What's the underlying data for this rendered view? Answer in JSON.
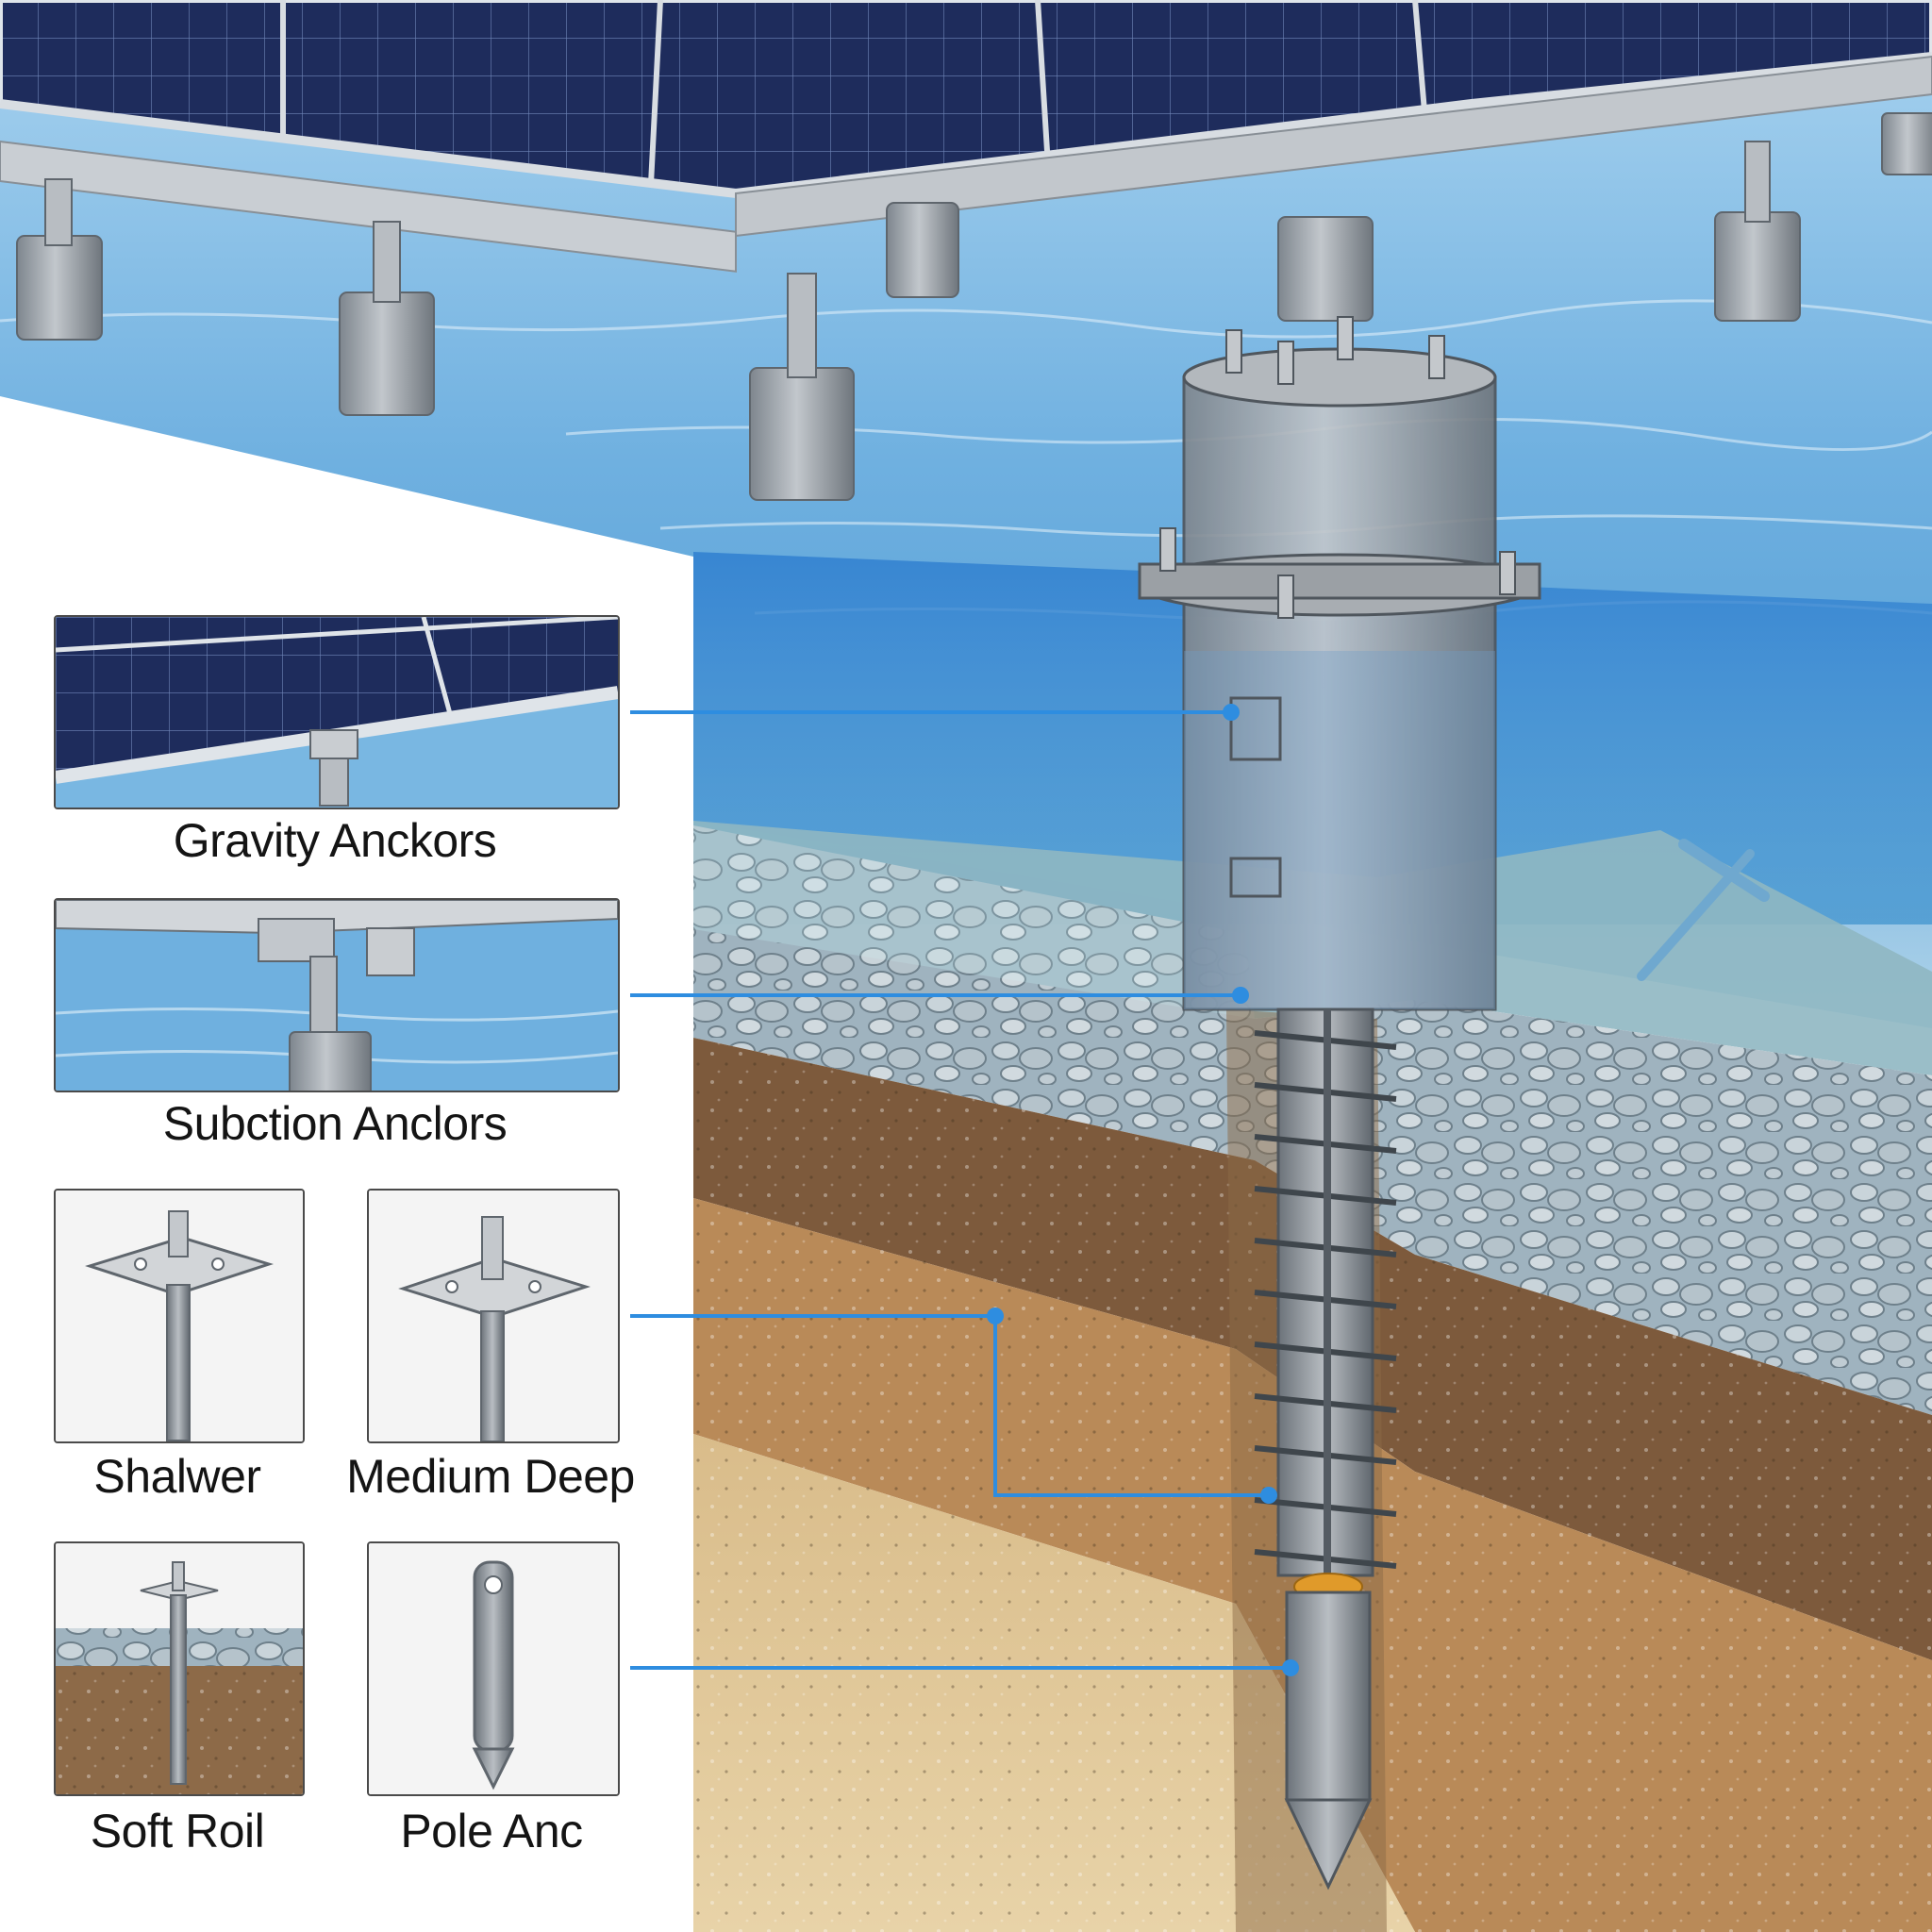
{
  "labels": {
    "gravity": "Gravity Anckors",
    "suction": "Subction Anclors",
    "shallow": "Shalwer",
    "medium": "Medium Deep",
    "soft": "Soft Roil",
    "pole": "Pole Anc"
  },
  "icons": {
    "solar_array": "solar-panel-array-icon",
    "suction_caisson": "suction-caisson-anchor-icon",
    "helical_pile": "helical-screw-pile-icon"
  },
  "colors": {
    "water": "#5a9fd0",
    "leader_line": "#2e8de0",
    "panel": "#1e2c5c",
    "steel": "#9aa1a8"
  }
}
